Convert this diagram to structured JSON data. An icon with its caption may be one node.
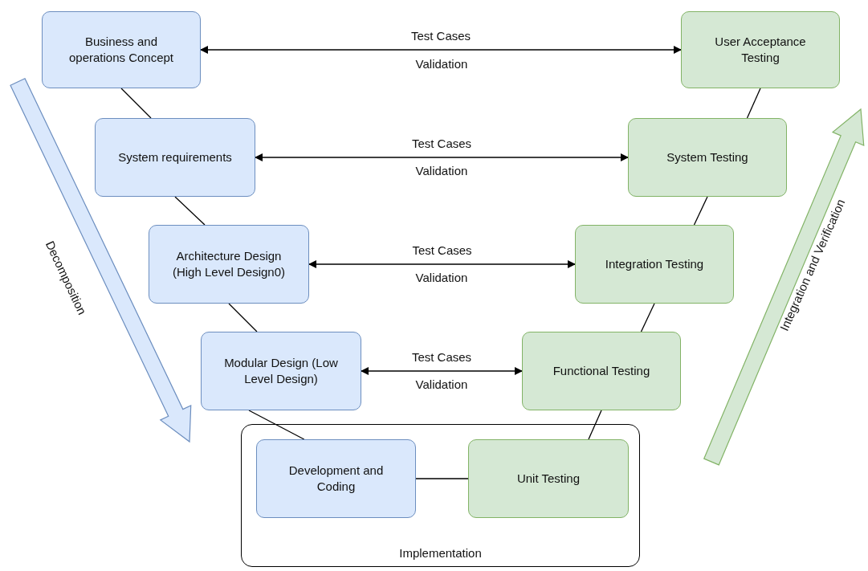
{
  "diagram": {
    "nodes": [
      {
        "text": [
          "Business and operations Concept"
        ]
      },
      {
        "text": [
          "System requirements"
        ]
      },
      {
        "text": [
          "Architecture Design (High Level Design0)"
        ]
      },
      {
        "text": [
          "Modular Design (Low Level Design)"
        ]
      },
      {
        "text": [
          "Implementation"
        ]
      },
      {
        "text": [
          "Development and Coding"
        ],
        "in": 4
      },
      {
        "text": [
          "Unit Testing"
        ],
        "in": 4
      },
      {
        "text": [
          "User Acceptance Testing"
        ]
      },
      {
        "text": [
          "System Testing"
        ]
      },
      {
        "text": [
          "Integration Testing"
        ]
      },
      {
        "text": [
          "Functional Testing"
        ]
      }
    ],
    "edges": [
      {
        "from": 0,
        "to": 7,
        "arrow": "both",
        "label": "Test Cases"
      },
      {
        "from": 1,
        "to": 8,
        "arrow": "both",
        "label": "Test Cases"
      },
      {
        "from": 2,
        "to": 9,
        "arrow": "both",
        "label": "Test Cases"
      },
      {
        "from": 3,
        "to": 10,
        "arrow": "both",
        "label": "Test Cases"
      },
      {
        "from": 0,
        "to": 1,
        "arrow": "none"
      },
      {
        "from": 1,
        "to": 2,
        "arrow": "none"
      },
      {
        "from": 2,
        "to": 3,
        "arrow": "none"
      },
      {
        "from": 3,
        "to": 5,
        "arrow": "none"
      },
      {
        "from": 5,
        "to": 6,
        "arrow": "none"
      },
      {
        "from": 6,
        "to": 10,
        "arrow": "none"
      },
      {
        "from": 10,
        "to": 9,
        "arrow": "none"
      },
      {
        "from": 9,
        "to": 8,
        "arrow": "none"
      },
      {
        "from": 8,
        "to": 7,
        "arrow": "none"
      }
    ],
    "labels": [
      "Validation",
      "Validation",
      "Validation",
      "Validation",
      "Decomposition",
      "Integration and Verification"
    ]
  }
}
